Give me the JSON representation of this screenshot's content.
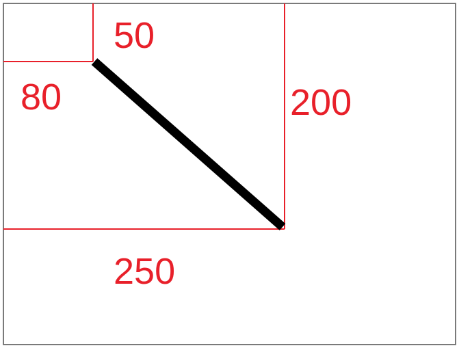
{
  "colors": {
    "frame": "#7a7a7a",
    "guide": "#e8202a",
    "label": "#e8202a",
    "segment": "#000000",
    "background": "#ffffff"
  },
  "labels": {
    "top_offset": "50",
    "left_offset": "80",
    "height": "200",
    "width": "250"
  }
}
